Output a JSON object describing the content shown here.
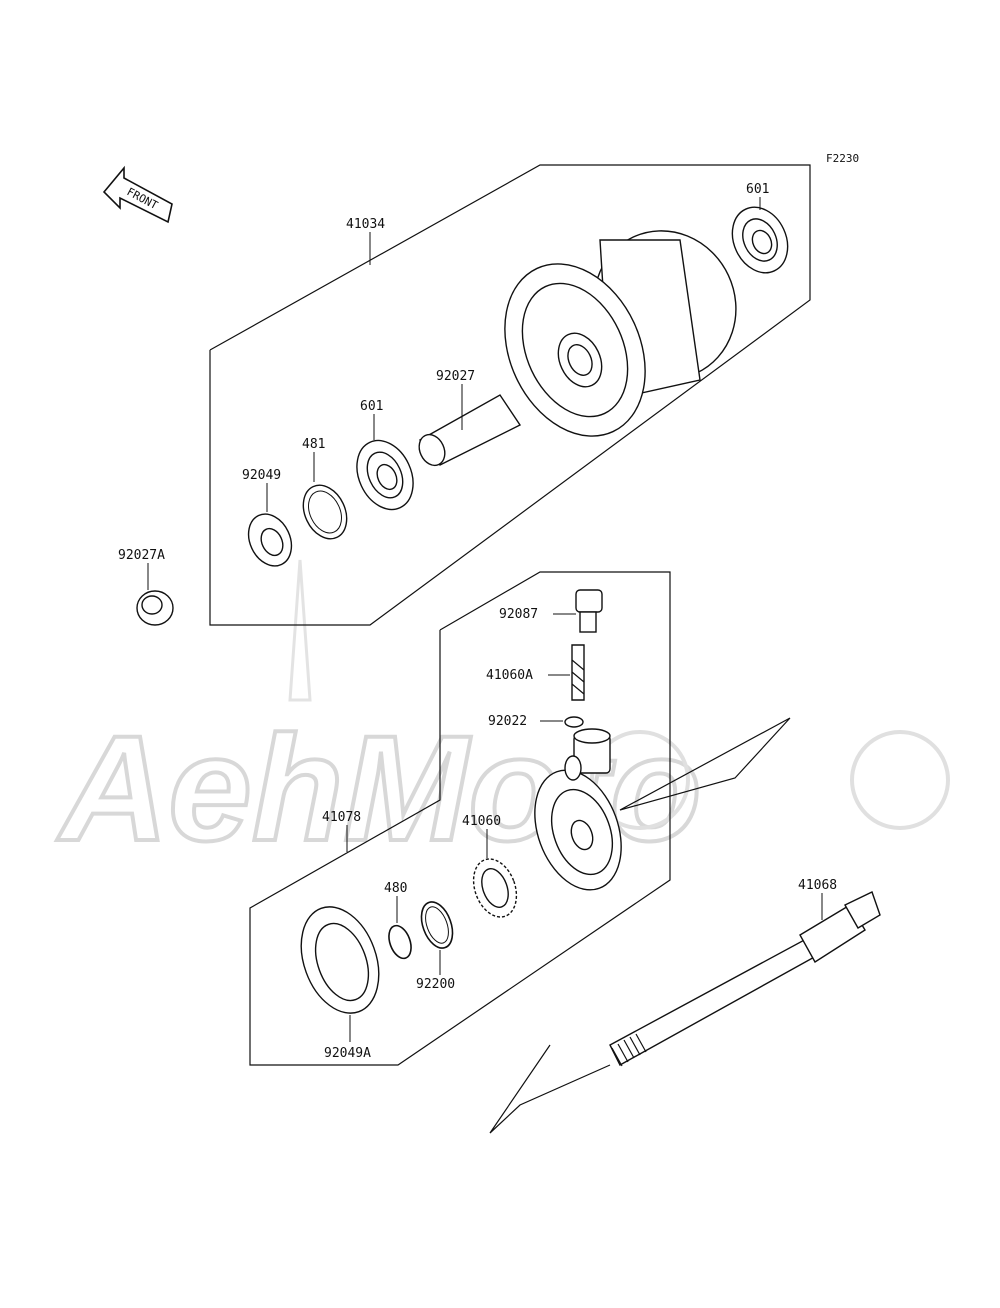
{
  "diagram_code": "F2230",
  "front_arrow_label": "FRONT",
  "watermark": "AehMoto",
  "labels": {
    "p41034": "41034",
    "p601_right": "601",
    "p92027": "92027",
    "p601_left": "601",
    "p481": "481",
    "p92049": "92049",
    "p92027A": "92027A",
    "p92087": "92087",
    "p41060A": "41060A",
    "p92022": "92022",
    "p41078": "41078",
    "p41060": "41060",
    "p480": "480",
    "p92200": "92200",
    "p92049A": "92049A",
    "p41068": "41068"
  }
}
